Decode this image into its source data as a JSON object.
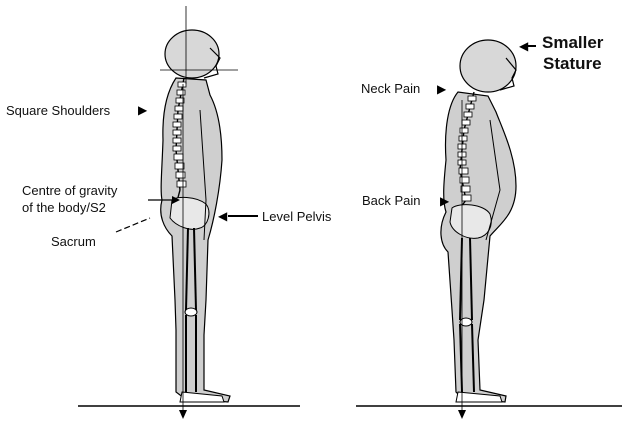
{
  "left_figure": {
    "labels": {
      "square_shoulders": "Square Shoulders",
      "centre_gravity_line1": "Centre of gravity",
      "centre_gravity_line2": "of the body/S2",
      "sacrum": "Sacrum",
      "level_pelvis": "Level Pelvis"
    }
  },
  "right_figure": {
    "labels": {
      "smaller_stature_line1": "Smaller",
      "smaller_stature_line2": "Stature",
      "neck_pain": "Neck Pain",
      "back_pain": "Back Pain"
    }
  },
  "colors": {
    "body_fill": "#c8c8c8",
    "outline": "#000000",
    "background": "#ffffff"
  }
}
